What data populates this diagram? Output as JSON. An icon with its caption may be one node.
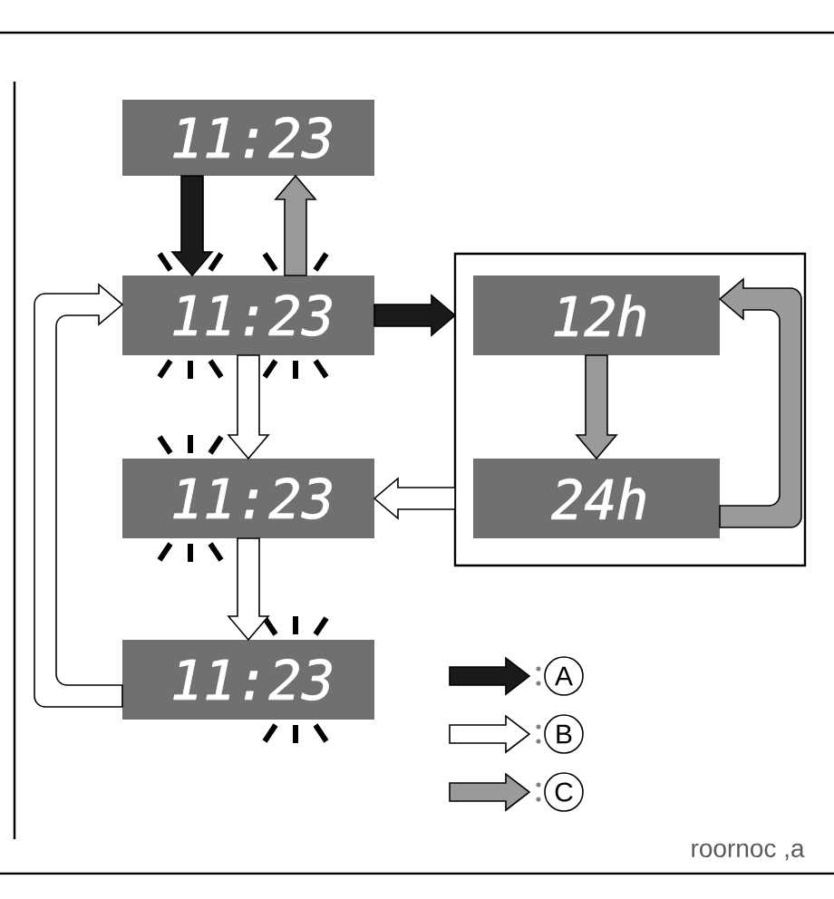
{
  "diagram": {
    "nodes": [
      {
        "text": [
          "11:23"
        ]
      },
      {
        "text": [
          "11:23"
        ]
      },
      {
        "text": [],
        "shape": "box"
      },
      {
        "text": [
          "12h"
        ],
        "in": 2
      },
      {
        "text": [
          "24h"
        ],
        "in": 2
      },
      {
        "text": [
          "11:23"
        ]
      },
      {
        "text": [
          "11:23"
        ]
      }
    ],
    "edges": [
      {
        "from": 0,
        "to": 1,
        "arrow": "to",
        "color": "#1a1a1a"
      },
      {
        "from": 1,
        "to": 0,
        "arrow": "to",
        "color": "#9a9a9a"
      },
      {
        "from": 1,
        "to": 2,
        "arrow": "to",
        "color": "#1a1a1a"
      },
      {
        "from": 1,
        "to": 5,
        "arrow": "to"
      },
      {
        "from": 3,
        "to": 4,
        "arrow": "to",
        "color": "#9a9a9a"
      },
      {
        "from": 4,
        "to": 3,
        "arrow": "to",
        "color": "#9a9a9a"
      },
      {
        "from": 2,
        "to": 5,
        "arrow": "to"
      },
      {
        "from": 5,
        "to": 6,
        "arrow": "to"
      },
      {
        "from": 6,
        "to": 1,
        "arrow": "to"
      }
    ],
    "labels": [
      "roornoc ,a"
    ],
    "legend": [
      {
        "text": "A"
      },
      {
        "text": "B"
      },
      {
        "text": "C"
      }
    ]
  }
}
